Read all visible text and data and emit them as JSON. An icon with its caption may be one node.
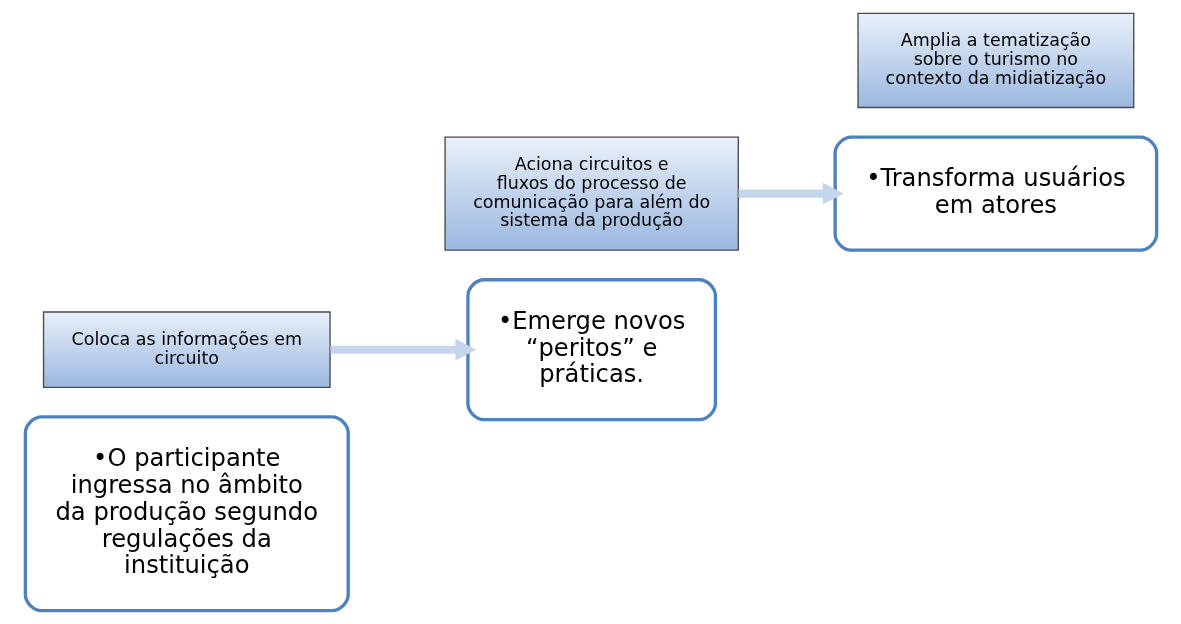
{
  "diagram": {
    "nodes": [
      {
        "text": [
          "•O participante ingressa no âmbito da produção segundo regulações da instituição"
        ]
      },
      {
        "text": [
          "Coloca as informações em circuito"
        ]
      },
      {
        "text": [
          "•Emerge novos “peritos” e práticas."
        ]
      },
      {
        "text": [
          "Aciona circuitos e fluxos do processo de comunicação para além do sistema da produção"
        ]
      },
      {
        "text": [
          "•Transforma usuários em atores"
        ]
      },
      {
        "text": [
          "Amplia a tematização sobre o turismo no contexto da midiatização"
        ]
      }
    ],
    "edges": [
      {
        "from": 1,
        "to": 2,
        "arrow": "to"
      },
      {
        "from": 3,
        "to": 4,
        "arrow": "to"
      }
    ]
  }
}
